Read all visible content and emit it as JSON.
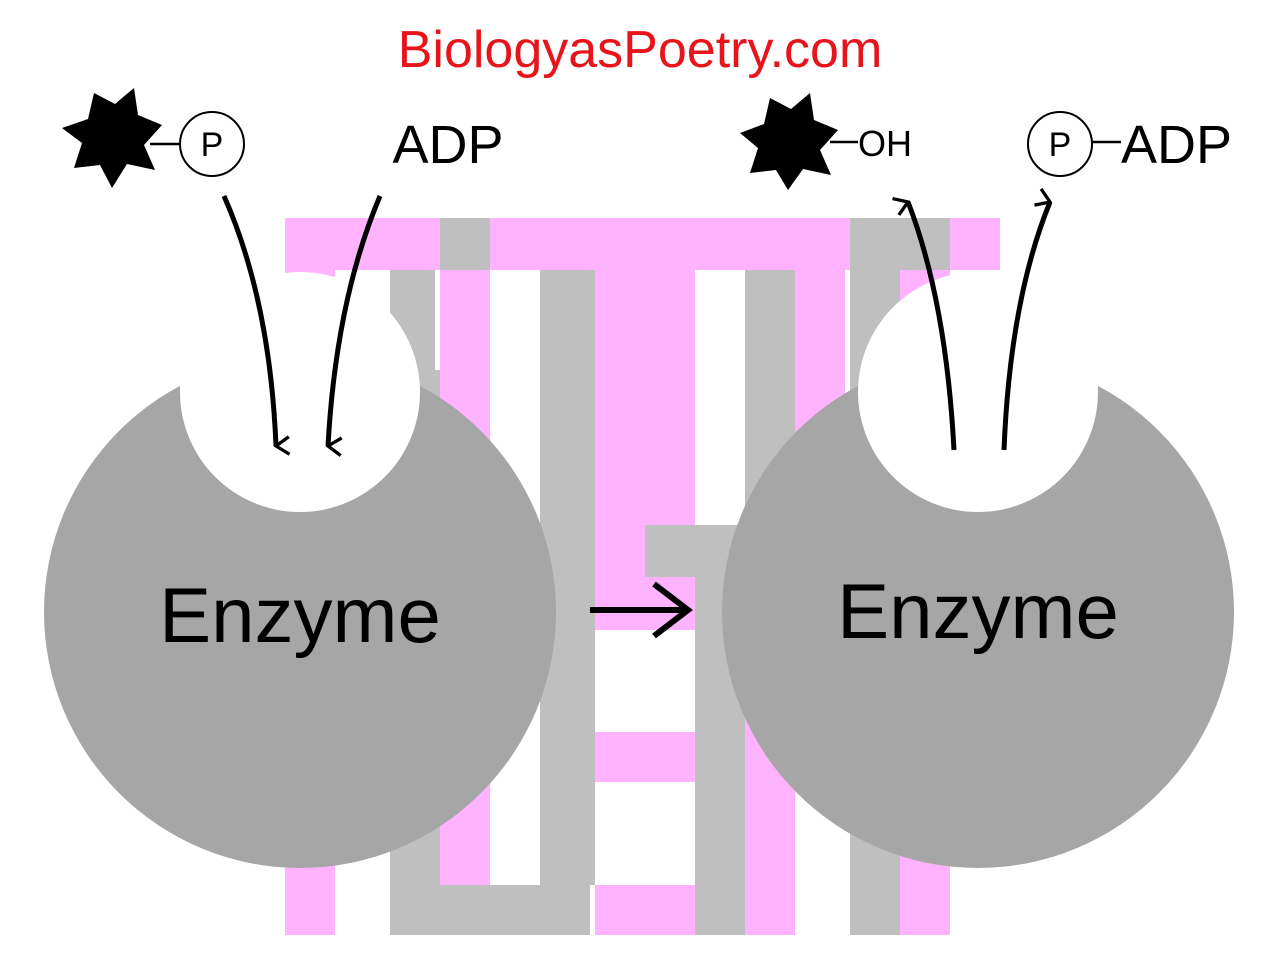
{
  "watermark": "BiologyasPoetry.com",
  "left_enzyme": {
    "label": "Enzyme",
    "substrate_phosphate": "P",
    "substrate_icon": "star-molecule-icon",
    "adp_label": "ADP"
  },
  "right_enzyme": {
    "label": "Enzyme",
    "product_oh": "OH",
    "product_icon": "star-molecule-icon",
    "atp_phosphate": "P",
    "atp_adp": "ADP"
  },
  "colors": {
    "watermark": "#e8141c",
    "enzyme": "#a6a6a6",
    "background_pink": "#ffb3ff",
    "background_gray": "#bfbfbf",
    "ink": "#000000"
  }
}
